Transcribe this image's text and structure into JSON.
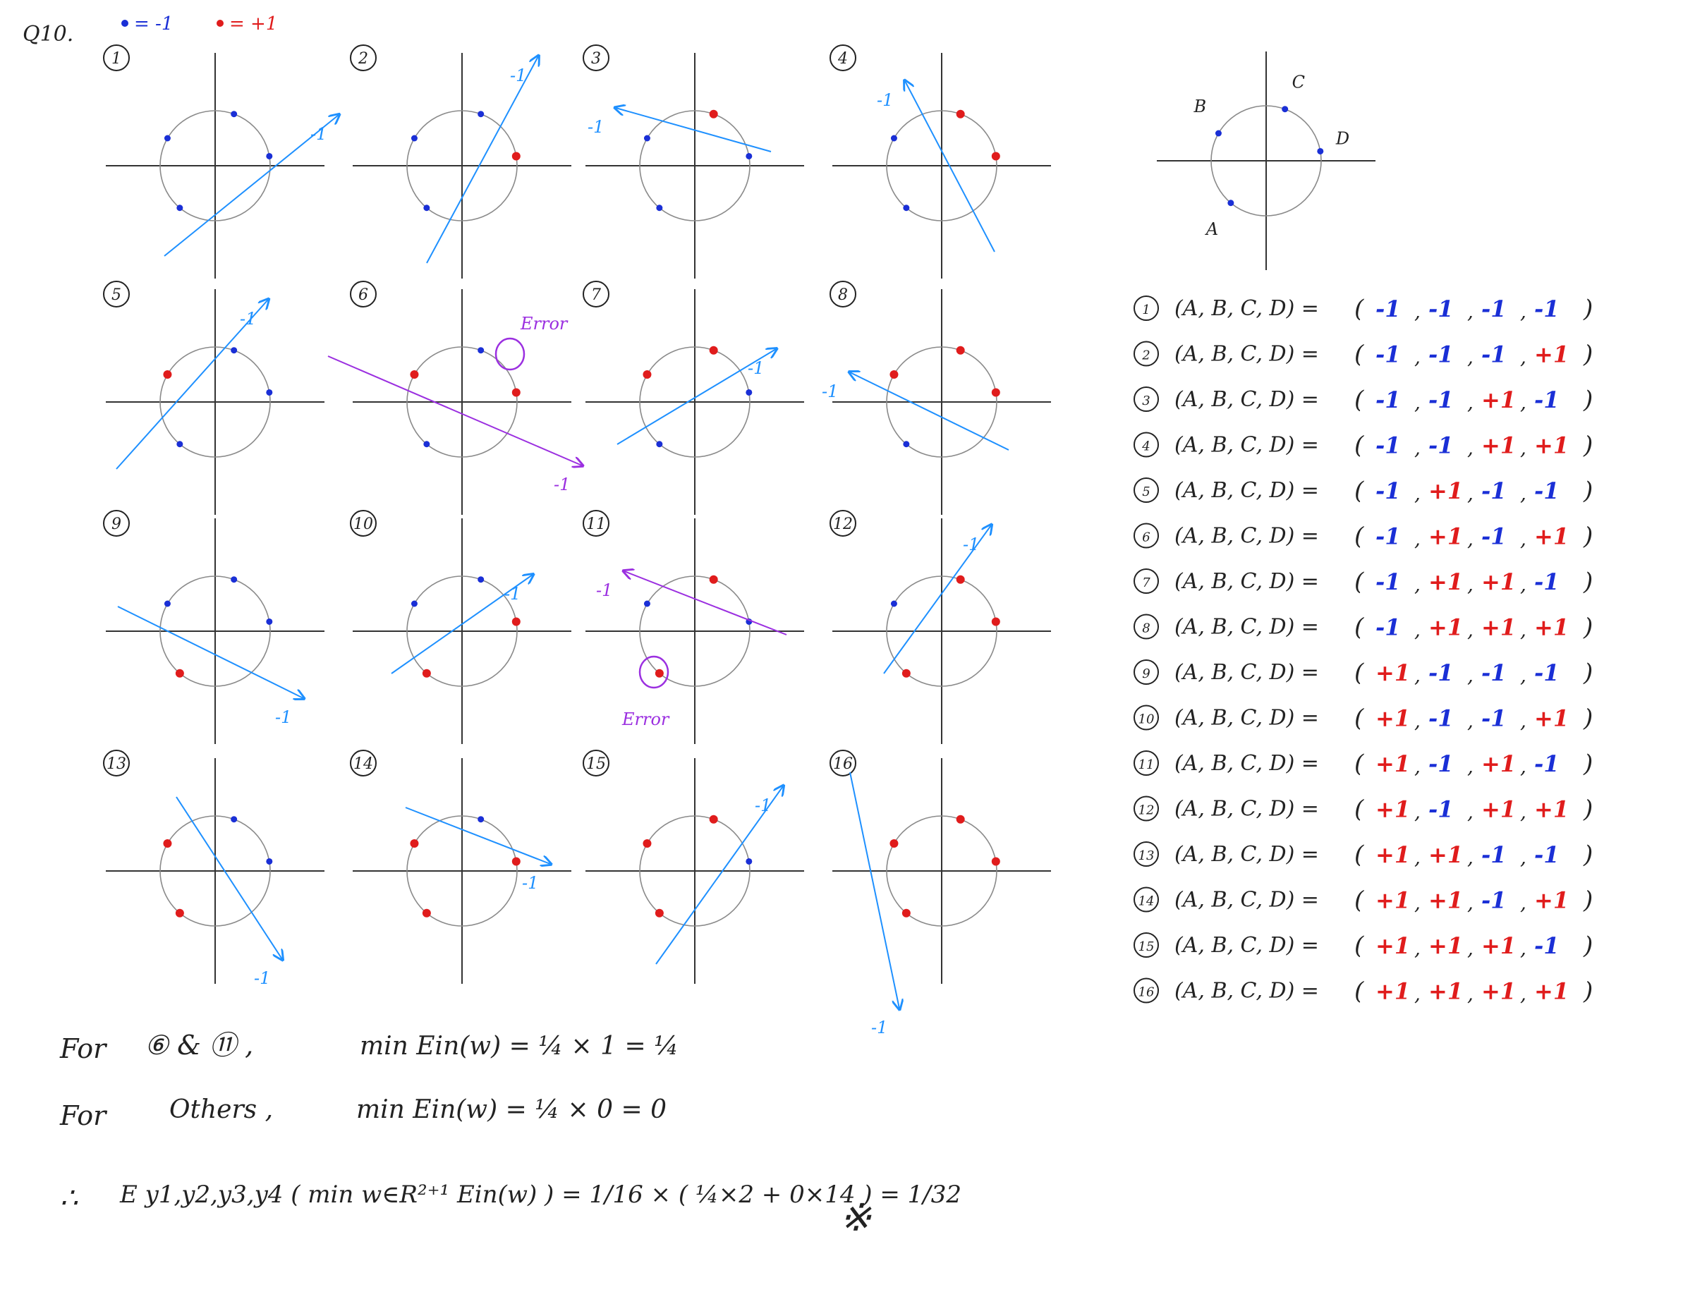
{
  "header": {
    "question": "Q10.",
    "legend": [
      {
        "marker": "blue-dot",
        "color": "#1a2fd6",
        "text": "= -1"
      },
      {
        "marker": "red-dot",
        "color": "#e01c1c",
        "text": "= +1"
      }
    ]
  },
  "reference": {
    "points": [
      "A",
      "B",
      "C",
      "D"
    ]
  },
  "colors": {
    "minus_one": "#1a2fd6",
    "plus_one": "#e01c1c",
    "line": "#1e90ff",
    "error": "#9b2fe0"
  },
  "cases": [
    {
      "id": "1",
      "labels": [
        -1,
        -1,
        -1,
        -1
      ],
      "side_label": "-1",
      "error": false
    },
    {
      "id": "2",
      "labels": [
        -1,
        -1,
        -1,
        1
      ],
      "side_label": "-1",
      "error": false
    },
    {
      "id": "3",
      "labels": [
        -1,
        -1,
        1,
        -1
      ],
      "side_label": "-1",
      "error": false
    },
    {
      "id": "4",
      "labels": [
        -1,
        -1,
        1,
        1
      ],
      "side_label": "-1",
      "error": false
    },
    {
      "id": "5",
      "labels": [
        -1,
        1,
        -1,
        -1
      ],
      "side_label": "-1",
      "error": false
    },
    {
      "id": "6",
      "labels": [
        -1,
        1,
        -1,
        1
      ],
      "side_label": "-1",
      "error": true,
      "error_text": "Error"
    },
    {
      "id": "7",
      "labels": [
        -1,
        1,
        1,
        -1
      ],
      "side_label": "-1",
      "error": false
    },
    {
      "id": "8",
      "labels": [
        -1,
        1,
        1,
        1
      ],
      "side_label": "-1",
      "error": false
    },
    {
      "id": "9",
      "labels": [
        1,
        -1,
        -1,
        -1
      ],
      "side_label": "-1",
      "error": false
    },
    {
      "id": "10",
      "labels": [
        1,
        -1,
        -1,
        1
      ],
      "side_label": "-1",
      "error": false
    },
    {
      "id": "11",
      "labels": [
        1,
        -1,
        1,
        -1
      ],
      "side_label": "-1",
      "error": true,
      "error_text": "Error"
    },
    {
      "id": "12",
      "labels": [
        1,
        -1,
        1,
        1
      ],
      "side_label": "-1",
      "error": false
    },
    {
      "id": "13",
      "labels": [
        1,
        1,
        -1,
        -1
      ],
      "side_label": "-1",
      "error": false
    },
    {
      "id": "14",
      "labels": [
        1,
        1,
        -1,
        1
      ],
      "side_label": "-1",
      "error": false
    },
    {
      "id": "15",
      "labels": [
        1,
        1,
        1,
        -1
      ],
      "side_label": "-1",
      "error": false
    },
    {
      "id": "16",
      "labels": [
        1,
        1,
        1,
        1
      ],
      "side_label": "-1",
      "error": false
    }
  ],
  "table": {
    "lhs": "(A, B, C, D) =",
    "plus_text": "+1",
    "minus_text": "-1"
  },
  "summary": {
    "line1": {
      "prefix": "For",
      "subject": "⑥ & ⑪ ,",
      "expr": "min Ein(w) = ¼ × 1 = ¼"
    },
    "line2": {
      "prefix": "For",
      "subject": "Others ,",
      "expr": "min Ein(w) = ¼ × 0 = 0"
    },
    "line3": {
      "prefix": "∴",
      "expr": "E y1,y2,y3,y4 ( min w∈R²⁺¹ Ein(w) ) = 1/16 × ( ¼×2 + 0×14 ) = 1/32",
      "end_mark": "※"
    }
  }
}
